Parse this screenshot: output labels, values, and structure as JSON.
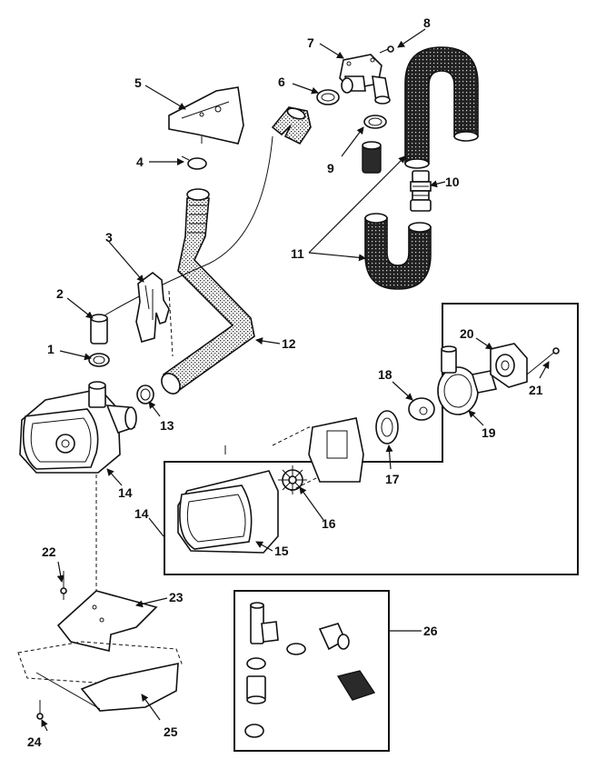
{
  "diagram": {
    "part_labels": [
      {
        "id": "p1",
        "text": "1"
      },
      {
        "id": "p2",
        "text": "2"
      },
      {
        "id": "p3",
        "text": "3"
      },
      {
        "id": "p4",
        "text": "4"
      },
      {
        "id": "p5",
        "text": "5"
      },
      {
        "id": "p6",
        "text": "6"
      },
      {
        "id": "p7",
        "text": "7"
      },
      {
        "id": "p8",
        "text": "8"
      },
      {
        "id": "p9",
        "text": "9"
      },
      {
        "id": "p10",
        "text": "10"
      },
      {
        "id": "p11",
        "text": "11"
      },
      {
        "id": "p12",
        "text": "12"
      },
      {
        "id": "p13",
        "text": "13"
      },
      {
        "id": "p14a",
        "text": "14"
      },
      {
        "id": "p14b",
        "text": "14"
      },
      {
        "id": "p15",
        "text": "15"
      },
      {
        "id": "p16",
        "text": "16"
      },
      {
        "id": "p17",
        "text": "17"
      },
      {
        "id": "p18",
        "text": "18"
      },
      {
        "id": "p19",
        "text": "19"
      },
      {
        "id": "p20",
        "text": "20"
      },
      {
        "id": "p21",
        "text": "21"
      },
      {
        "id": "p22",
        "text": "22"
      },
      {
        "id": "p23",
        "text": "23"
      },
      {
        "id": "p24",
        "text": "24"
      },
      {
        "id": "p25",
        "text": "25"
      },
      {
        "id": "p26",
        "text": "26"
      }
    ]
  }
}
